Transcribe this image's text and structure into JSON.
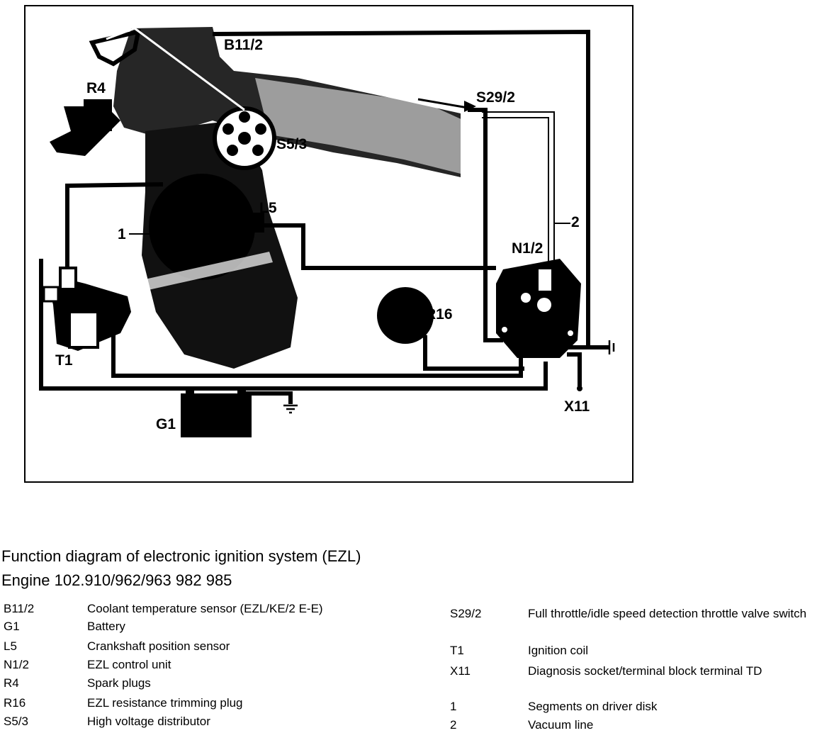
{
  "labels": {
    "b11_2": "B11/2",
    "r4": "R4",
    "s29_2": "S29/2",
    "s5_3": "S5/3",
    "l5": "L5",
    "one": "1",
    "two": "2",
    "n1_2": "N1/2",
    "r16": "R16",
    "t1": "T1",
    "x11": "X11",
    "g1": "G1"
  },
  "caption": {
    "line1": "Function diagram of electronic ignition system (EZL)",
    "line2": "Engine 102.910/962/963 982 985"
  },
  "legend_left": [
    {
      "code": "B11/2",
      "desc": "Coolant temperature sensor (EZL/KE/2 E-E)"
    },
    {
      "code": "G1",
      "desc": "Battery"
    },
    {
      "code": "L5",
      "desc": "Crankshaft position sensor"
    },
    {
      "code": "N1/2",
      "desc": "EZL control unit"
    },
    {
      "code": "R4",
      "desc": "Spark plugs"
    },
    {
      "code": "R16",
      "desc": "EZL resistance trimming plug"
    },
    {
      "code": "S5/3",
      "desc": "High voltage distributor"
    }
  ],
  "legend_right": [
    {
      "code": "S29/2",
      "desc": "Full throttle/idle speed detection throttle valve switch"
    },
    {
      "code": "T1",
      "desc": "Ignition coil"
    },
    {
      "code": "X11",
      "desc": "Diagnosis socket/terminal block terminal TD"
    },
    {
      "code": "1",
      "desc": "Segments on driver disk"
    },
    {
      "code": "2",
      "desc": "Vacuum line"
    }
  ]
}
